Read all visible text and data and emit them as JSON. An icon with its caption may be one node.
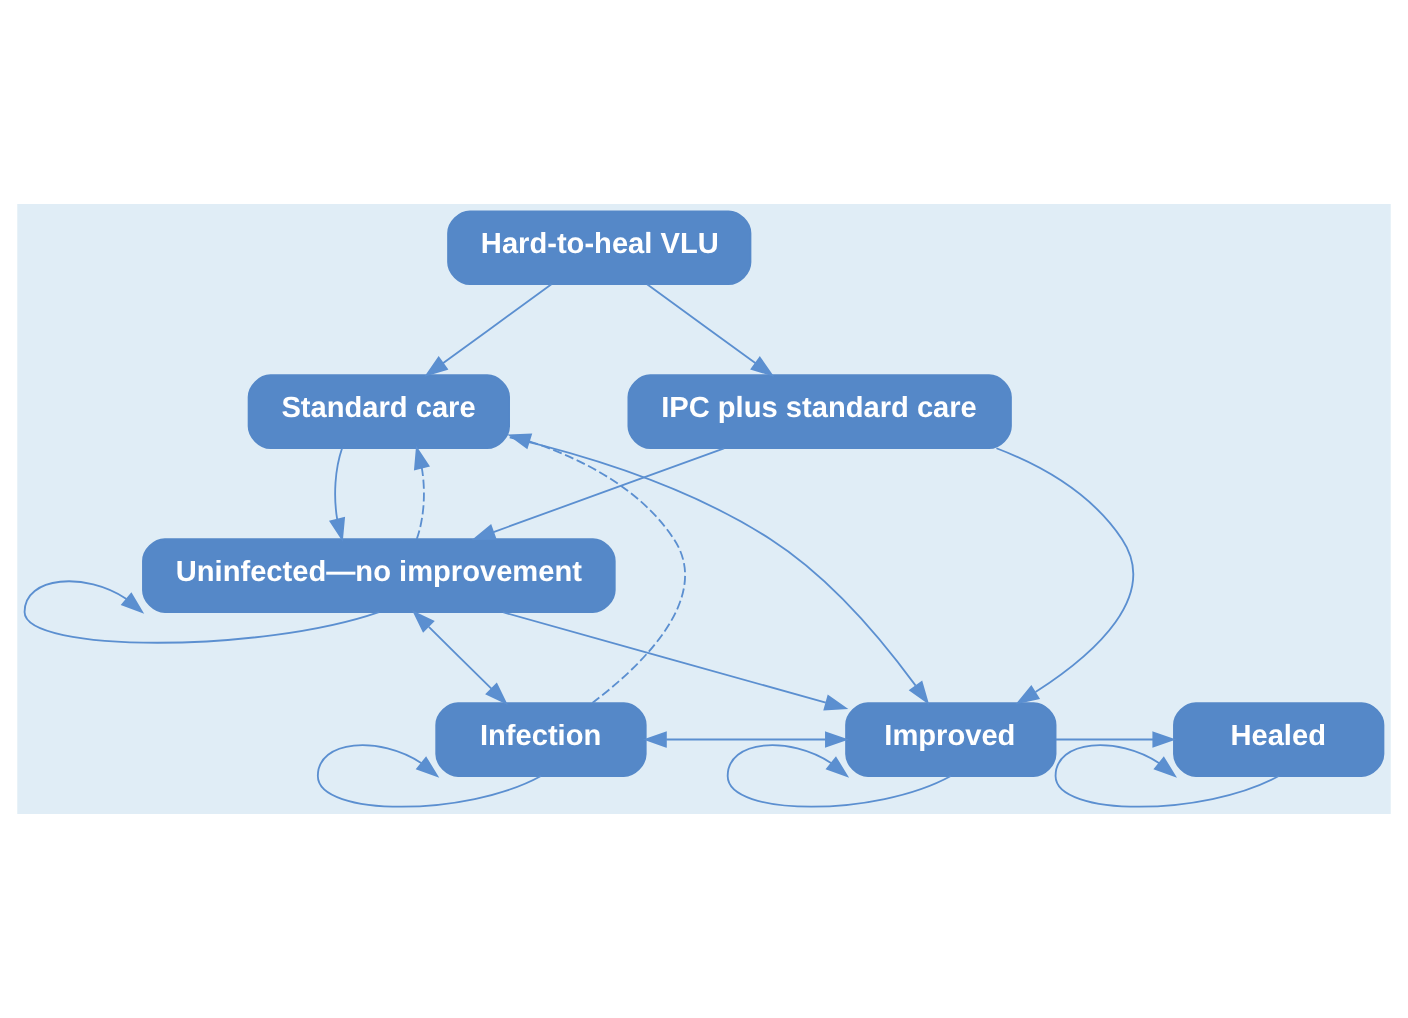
{
  "diagram": {
    "nodes": [
      {
        "text": [
          "Hard-to-heal VLU"
        ]
      },
      {
        "text": [
          "IPC plus standard care"
        ]
      },
      {
        "text": [
          "Standard care"
        ]
      },
      {
        "text": [
          "Uninfected—no improvement"
        ]
      },
      {
        "text": [
          "Infection"
        ]
      },
      {
        "text": [
          "Improved"
        ]
      },
      {
        "text": [
          "Healed"
        ]
      }
    ],
    "edges": [
      {
        "from": 0,
        "to": 1,
        "arrow": "to"
      },
      {
        "from": 0,
        "to": 2,
        "arrow": "to"
      },
      {
        "from": 1,
        "to": 3,
        "arrow": "to"
      },
      {
        "from": 1,
        "to": 5,
        "arrow": "to"
      },
      {
        "from": 2,
        "to": 3,
        "arrow": "to"
      },
      {
        "from": 3,
        "to": 2,
        "arrow": "to",
        "style": "dashed"
      },
      {
        "from": 4,
        "to": 2,
        "arrow": "to",
        "style": "dashed"
      },
      {
        "from": 2,
        "to": 5,
        "arrow": "to"
      },
      {
        "from": 3,
        "to": 4,
        "arrow": "both"
      },
      {
        "from": 3,
        "to": 5,
        "arrow": "to"
      },
      {
        "from": 3,
        "to": 3,
        "arrow": "to"
      },
      {
        "from": 4,
        "to": 5,
        "arrow": "both"
      },
      {
        "from": 4,
        "to": 4,
        "arrow": "to"
      },
      {
        "from": 5,
        "to": 6,
        "arrow": "to"
      },
      {
        "from": 5,
        "to": 5,
        "arrow": "to"
      },
      {
        "from": 6,
        "to": 6,
        "arrow": "to"
      }
    ]
  }
}
